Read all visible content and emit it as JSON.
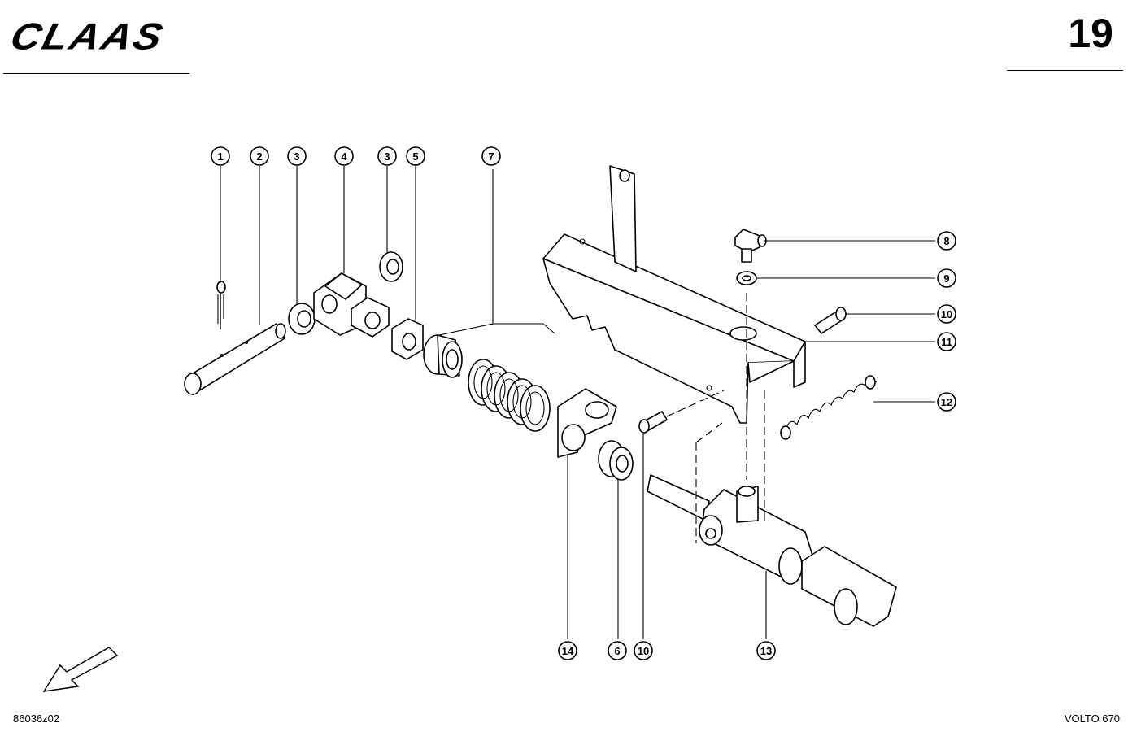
{
  "header": {
    "logo_text": "CLAAS",
    "page_number": "19"
  },
  "footer": {
    "drawing_code": "86036z02",
    "model": "VOLTO 670"
  },
  "callouts": [
    {
      "label": "1"
    },
    {
      "label": "2"
    },
    {
      "label": "3"
    },
    {
      "label": "4"
    },
    {
      "label": "3"
    },
    {
      "label": "5"
    },
    {
      "label": "7"
    },
    {
      "label": "8"
    },
    {
      "label": "9"
    },
    {
      "label": "10"
    },
    {
      "label": "11"
    },
    {
      "label": "12"
    },
    {
      "label": "14"
    },
    {
      "label": "6"
    },
    {
      "label": "10"
    },
    {
      "label": "13"
    }
  ],
  "icons": {
    "direction_arrow": "arrow-down-left-icon"
  }
}
